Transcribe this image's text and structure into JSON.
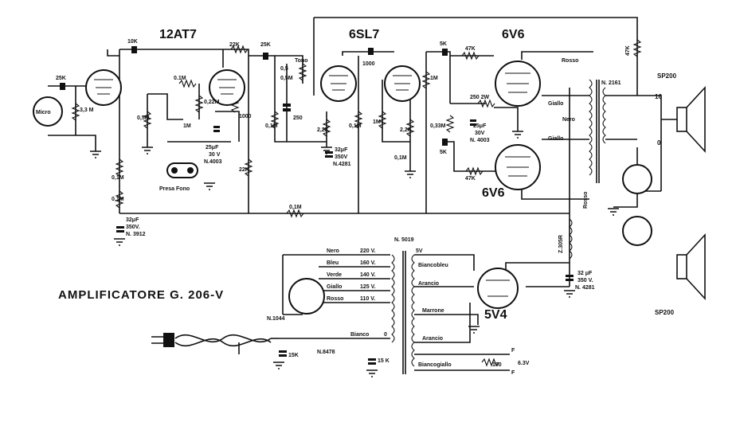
{
  "title": "AMPLIFICATORE G. 206-V",
  "tubes": {
    "t1": "12AT7",
    "t2": "6SL7",
    "t3": "6V6",
    "t4": "6V6",
    "t5": "5V4"
  },
  "inputs": {
    "micro": "Micro",
    "phono": "Presa Fono"
  },
  "speakers": {
    "top": "SP200",
    "bottom": "SP200"
  },
  "output_transformer": {
    "part": "N. 2161",
    "rosso": "Rosso",
    "giallo1": "Giallo",
    "nero": "Nero",
    "giallo2": "Giallo",
    "rosso2": "Rosso",
    "tap1": "16",
    "tap2": "0"
  },
  "power_transformer": {
    "part": "N. 5019",
    "taps": [
      {
        "color": "Nero",
        "voltage": "220 V."
      },
      {
        "color": "Bleu",
        "voltage": "160 V."
      },
      {
        "color": "Verde",
        "voltage": "140 V."
      },
      {
        "color": "Giallo",
        "voltage": "125 V."
      },
      {
        "color": "Rosso",
        "voltage": "110 V."
      },
      {
        "color": "Bianco",
        "voltage": "0"
      }
    ],
    "secondary": {
      "v5": "5V",
      "biancobleu": "Biancobleu",
      "arancio1": "Arancio",
      "marrone": "Marrone",
      "arancio2": "Arancio",
      "biancogiallo": "Biancogiallo",
      "f1": "F",
      "f2": "F",
      "r100": "100",
      "v63": "6.3V"
    }
  },
  "components": {
    "r25k_in": "25K",
    "r33m": "3,3 M",
    "r10k": "10K",
    "r01m_a": "0.1M",
    "r05m": "0,5M",
    "r1m": "1M",
    "r022m": "0,22M",
    "c25_1": "25μF",
    "c25_1v": "30 V",
    "c25_1n": "N.4003",
    "r1000": "1000",
    "r22k_a": "22K",
    "r22k_b": "22K",
    "r01m_grid": "0,1M",
    "r25k_b": "25K",
    "tono": "Tono",
    "r05_tone": "0,5",
    "r05m_tone": "0,5M",
    "c250": "250",
    "r01m_c": "0,1M",
    "r22k_c": "2,2K",
    "r1000_b": "1000",
    "r01m_d": "0,1M",
    "c32_a": "32μF",
    "c32_av": "350V",
    "c32_an": "N.4281",
    "r1m_b": "1M",
    "r22k_d": "2,2K",
    "r01m_e": "0,1M",
    "r5k_a": "5K",
    "r5k_b": "5K",
    "r47k_a": "47K",
    "r47k_b": "47K",
    "r47k_c": "47K",
    "r1m_c": "1M",
    "r033m": "0,33M",
    "r250": "250 2W",
    "c25_2": "25μF",
    "c25_2v": "30V",
    "c25_2n": "N. 4003",
    "r01m_f": "0,1M",
    "r01m_g": "0,1M",
    "c32_b": "32μF",
    "c32_bv": "350V.",
    "c32_bn": "N. 3912",
    "choke": "Z.305R",
    "c32_c": "32 μF",
    "c32_cv": "350 V.",
    "c32_cn": "N. 4281",
    "n1044": "N.1044",
    "n8478": "N.8478",
    "c15k_a": "15K",
    "c15k_b": "15 K"
  }
}
